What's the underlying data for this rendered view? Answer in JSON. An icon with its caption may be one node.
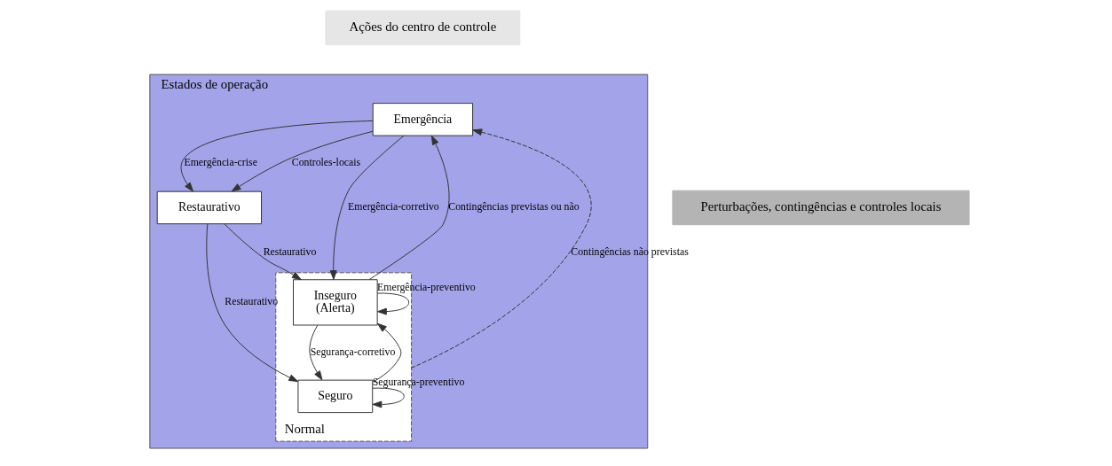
{
  "diagram": {
    "nodes": [
      {
        "text": [
          "Ações do centro de controle"
        ]
      },
      {
        "text": [
          "Estados de operação"
        ]
      },
      {
        "text": [
          "Perturbações, contingências e controles locais"
        ]
      },
      {
        "text": [
          "Emergência"
        ],
        "in": 1
      },
      {
        "text": [
          "Restaurativo"
        ],
        "in": 1
      },
      {
        "text": [
          "Normal"
        ],
        "in": 1
      },
      {
        "text": [
          "Inseguro",
          "(Alerta)"
        ],
        "in": 5
      },
      {
        "text": [
          "Seguro"
        ],
        "in": 5
      }
    ],
    "edges": [
      {
        "from": 3,
        "to": 6,
        "arrow": "to",
        "label": "Emergência-corretivo"
      },
      {
        "from": 4,
        "to": 7,
        "arrow": "to",
        "label": "Restaurativo"
      },
      {
        "from": 3,
        "to": 4,
        "arrow": "to",
        "label": "Emergência-crise"
      },
      {
        "from": 4,
        "to": 6,
        "arrow": "to",
        "label": "Restaurativo"
      },
      {
        "from": 6,
        "to": 7,
        "arrow": "to",
        "label": "Segurança-corretivo"
      },
      {
        "from": 6,
        "to": 6,
        "arrow": "to",
        "label": "Emergência-preventivo"
      },
      {
        "from": 7,
        "to": 7,
        "arrow": "to",
        "label": "Segurança-preventivo"
      },
      {
        "from": 7,
        "to": 6,
        "arrow": "to"
      },
      {
        "from": 3,
        "to": 4,
        "arrow": "to",
        "label": "Controles-locais"
      },
      {
        "from": 6,
        "to": 3,
        "arrow": "to",
        "label": "Contingências previstas ou não"
      },
      {
        "from": 5,
        "to": 3,
        "arrow": "to",
        "style": "dashed",
        "label": "Contingências não previstas"
      }
    ]
  }
}
